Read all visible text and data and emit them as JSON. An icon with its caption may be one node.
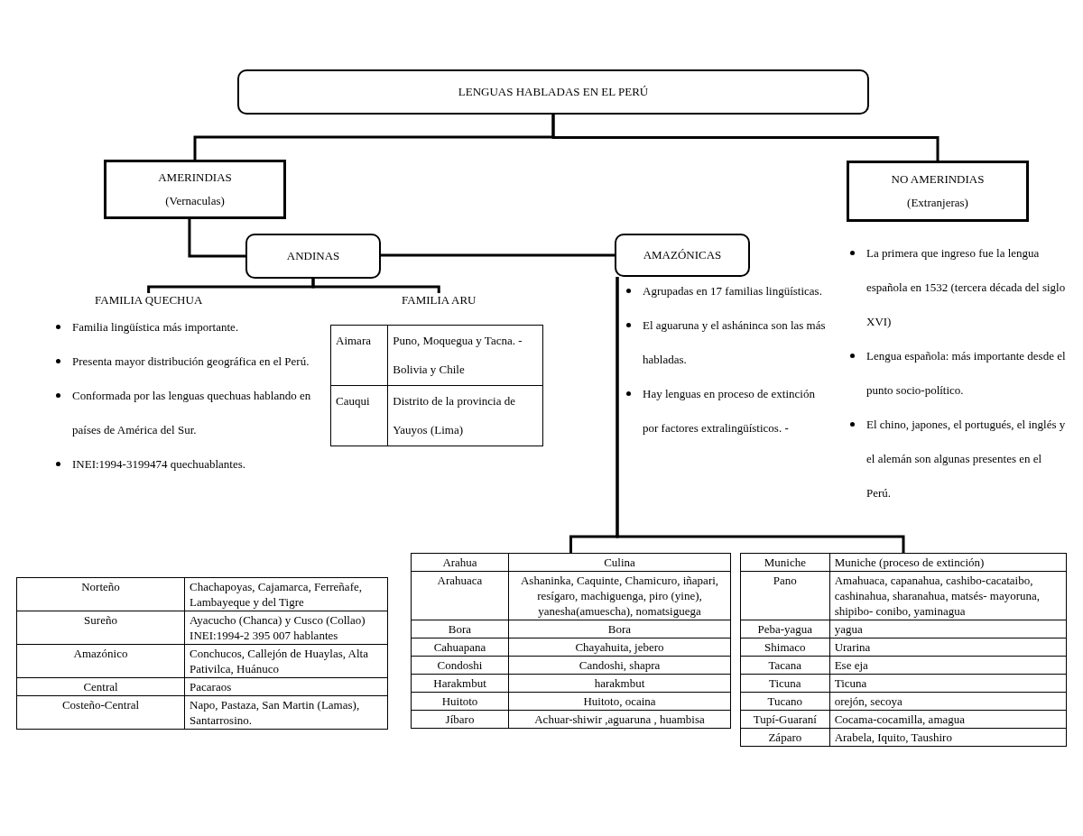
{
  "diagram": {
    "nodes": [
      {
        "text": [
          "LENGUAS HABLADAS EN EL PERÚ"
        ]
      },
      {
        "text": [
          "AMERINDIAS",
          "(Vernaculas)"
        ]
      },
      {
        "text": [
          "NO AMERINDIAS",
          "(Extranjeras)"
        ]
      },
      {
        "text": [
          "ANDINAS"
        ]
      },
      {
        "text": [
          "AMAZÓNICAS"
        ]
      },
      {
        "text": [
          "FAMILIA QUECHUA"
        ]
      },
      {
        "text": [
          "FAMILIA ARU"
        ]
      },
      {
        "text": [],
        "shape": "box"
      },
      {
        "text": [],
        "shape": "box"
      }
    ],
    "edges": [
      {
        "from": 0,
        "to": 1,
        "arrow": "none"
      },
      {
        "from": 0,
        "to": 2,
        "arrow": "none"
      },
      {
        "from": 1,
        "to": 3,
        "arrow": "none"
      },
      {
        "from": 3,
        "to": 4,
        "arrow": "none"
      },
      {
        "from": 3,
        "to": 5,
        "arrow": "none"
      },
      {
        "from": 3,
        "to": 6,
        "arrow": "none"
      },
      {
        "from": 4,
        "to": 7,
        "arrow": "none"
      },
      {
        "from": 4,
        "to": 8,
        "arrow": "none"
      }
    ],
    "labels": [
      "Familia lingüística más importante.",
      "Presenta mayor distribución geográfica en el Perú.",
      "Conformada por las lenguas quechuas hablando en países de América del Sur.",
      "INEI:1994-3199474 quechuablantes.",
      "Aimara",
      "Puno, Moquegua y Tacna. -Bolivia y Chile",
      "Cauqui",
      "Distrito de la provincia de Yauyos (Lima)",
      "Agrupadas en 17 familias lingüísticas.",
      "El aguaruna y el asháninca son las más habladas.",
      "Hay lenguas en proceso de extinción por factores extralingüísticos. -",
      "La primera que ingreso fue la lengua española en 1532 (tercera década del siglo XVI)",
      "Lengua española: más importante desde el punto socio-político.",
      "El chino, japones, el portugués, el inglés y el alemán son algunas presentes en el Perú.",
      "Norteño",
      "Chachapoyas, Cajamarca, Ferreñafe, Lambayeque y del Tigre",
      "Sureño",
      "Ayacucho (Chanca) y Cusco (Collao) INEI:1994-2 395 007 hablantes",
      "Amazónico",
      "Conchucos, Callejón de Huaylas, Alta Pativilca, Huánuco",
      "Central",
      "Pacaraos",
      "Costeño-Central",
      "Napo, Pastaza, San Martin (Lamas), Santarrosino.",
      "Arahua",
      "Culina",
      "Arahuaca",
      "Ashaninka, Caquinte, Chamicuro, iñapari, resígaro, machiguenga, piro (yine), yanesha(amuescha), nomatsiguega",
      "Bora",
      "Bora",
      "Cahuapana",
      "Chayahuita, jebero",
      "Condoshi",
      "Candoshi, shapra",
      "Harakmbut",
      "harakmbut",
      "Huitoto",
      "Huitoto, ocaina",
      "Jíbaro",
      "Achuar-shiwir ,aguaruna , huambisa",
      "Muniche",
      "Muniche (proceso de extinción)",
      "Pano",
      "Amahuaca, capanahua, cashibo-cacataibo, cashinahua, sharanahua, matsés- mayoruna, shipibo- conibo, yaminagua",
      "Peba-yagua",
      "yagua",
      "Shimaco",
      "Urarina",
      "Tacana",
      "Ese eja",
      "Ticuna",
      "Ticuna",
      "Tucano",
      "orejón, secoya",
      "Tupí-Guaraní",
      "Cocama-cocamilla, amagua",
      "Záparo",
      "Arabela, Iquito, Taushiro"
    ]
  }
}
